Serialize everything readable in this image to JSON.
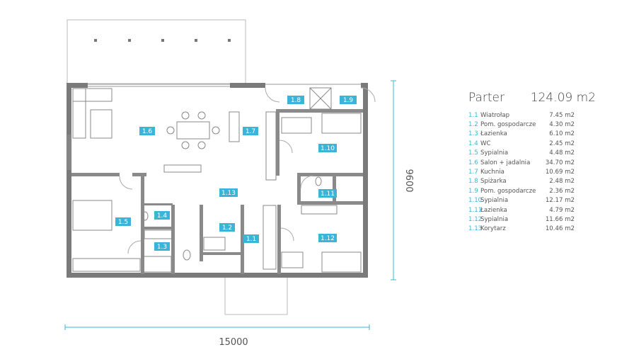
{
  "legend": {
    "floor": "Parter",
    "total": "124.09 m2",
    "rooms": [
      {
        "num": "1.1",
        "name": "Wiatrołap",
        "area": "7.45 m2"
      },
      {
        "num": "1.2",
        "name": "Pom. gospodarcze",
        "area": "4.30 m2"
      },
      {
        "num": "1.3",
        "name": "Łazienka",
        "area": "6.10 m2"
      },
      {
        "num": "1.4",
        "name": "WC",
        "area": "2.45 m2"
      },
      {
        "num": "1.5",
        "name": "Sypialnia",
        "area": "4.48 m2"
      },
      {
        "num": "1.6",
        "name": "Salon + jadalnia",
        "area": "34.70 m2"
      },
      {
        "num": "1.7",
        "name": "Kuchnia",
        "area": "10.69 m2"
      },
      {
        "num": "1.8",
        "name": "Spiżarka",
        "area": "2.48 m2"
      },
      {
        "num": "1.9",
        "name": "Pom. gospodarcze",
        "area": "2.36 m2"
      },
      {
        "num": "1.10",
        "name": "Sypialnia",
        "area": "12.17 m2"
      },
      {
        "num": "1.11",
        "name": "Łazienka",
        "area": "4.79 m2"
      },
      {
        "num": "1.12",
        "name": "Sypialnia",
        "area": "11.66 m2"
      },
      {
        "num": "1.13",
        "name": "Korytarz",
        "area": "10.46 m2"
      }
    ]
  },
  "plan": {
    "width_dim": "15000",
    "depth_dim": "9600",
    "tags": [
      "1.1",
      "1.2",
      "1.3",
      "1.4",
      "1.5",
      "1.6",
      "1.7",
      "1.8",
      "1.9",
      "1.10",
      "1.11",
      "1.12",
      "1.13"
    ]
  },
  "colors": {
    "wall": "#7a7a7a",
    "accent": "#3ab5d8",
    "line": "#999999"
  }
}
